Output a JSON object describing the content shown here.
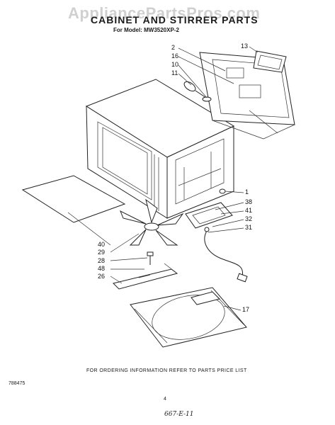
{
  "watermark": "AppliancePartsPros.com",
  "title": "CABINET AND STIRRER PARTS",
  "model_line": "For Model: MW3520XP-2",
  "footer_note": "FOR ORDERING INFORMATION REFER TO PARTS PRICE LIST",
  "doc_code": "788475",
  "page_number": "4",
  "handwritten_note": "667-E-11",
  "callouts": [
    "2",
    "16",
    "10",
    "11",
    "13",
    "1",
    "38",
    "41",
    "32",
    "31",
    "40",
    "29",
    "28",
    "48",
    "26",
    "17"
  ]
}
